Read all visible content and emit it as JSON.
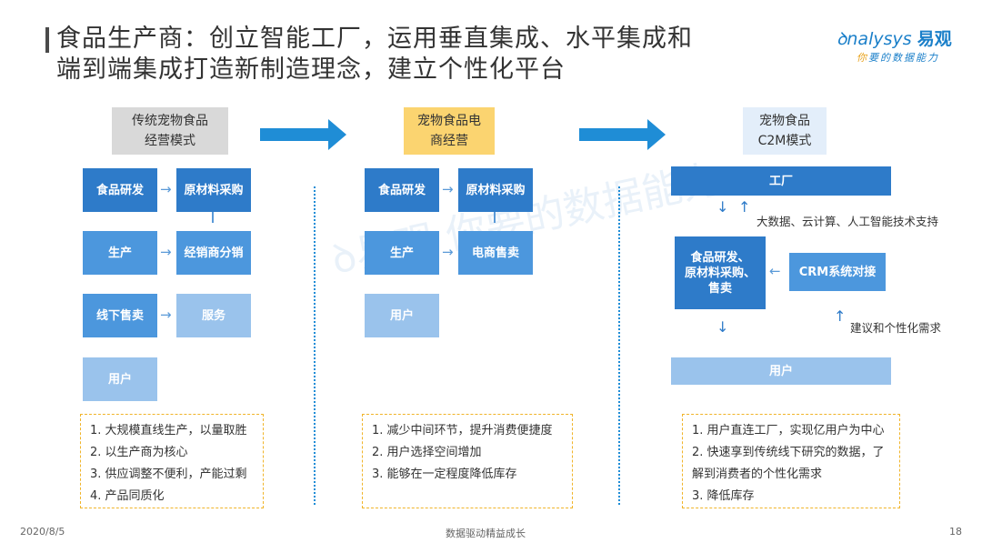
{
  "title_line1": "食品生产商：创立智能工厂，运用垂直集成、水平集成和",
  "title_line2": "端到端集成打造新制造理念，建立个性化平台",
  "logo": {
    "brand_en": "nalysys",
    "brand_cn": "易观",
    "tagline_a": "你",
    "tagline_b": "要的数据能力"
  },
  "models": [
    {
      "label": "传统宠物食品\n经营模式",
      "color": "#d9d9d9"
    },
    {
      "label": "宠物食品电\n商经营",
      "color": "#fbd470"
    },
    {
      "label": "宠物食品\nC2M模式",
      "color": "#e3eefa"
    }
  ],
  "col1": {
    "boxes": [
      "食品研发",
      "原材料采购",
      "生产",
      "经销商分销",
      "线下售卖",
      "服务",
      "用户"
    ],
    "notes": [
      "1.  大规模直线生产，以量取胜",
      "2.  以生产商为核心",
      "3.  供应调整不便利，产能过剩",
      "4.  产品同质化"
    ]
  },
  "col2": {
    "boxes": [
      "食品研发",
      "原材料采购",
      "生产",
      "电商售卖",
      "用户"
    ],
    "notes": [
      "1.  减少中间环节，提升消费便捷度",
      "2.  用户选择空间增加",
      "3.  能够在一定程度降低库存"
    ]
  },
  "col3": {
    "factory": "工厂",
    "center": "食品研发、\n原材料采购、\n售卖",
    "crm": "CRM系统对接",
    "user": "用户",
    "tech_support": "大数据、云计算、人工智能技术支持",
    "suggest": "建议和个性化需求",
    "notes": [
      "1.  用户直连工厂，实现亿用户为中心",
      "2.  快速享到传统线下研究的数据，了",
      "     解到消费者的个性化需求",
      "3.  降低库存"
    ]
  },
  "footer": {
    "date": "2020/8/5",
    "center": "数据驱动精益成长",
    "page": "18"
  }
}
